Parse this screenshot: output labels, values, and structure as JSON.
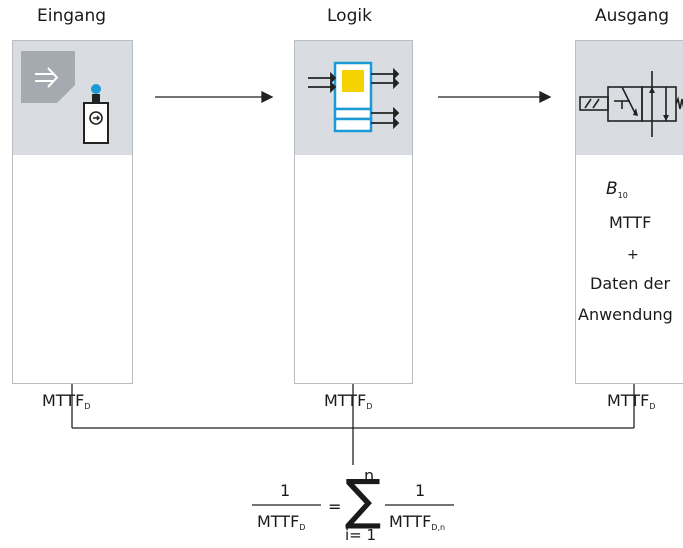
{
  "columns": {
    "input": {
      "title": "Eingang",
      "metric": "MTTF",
      "metric_sub": "D"
    },
    "logic": {
      "title": "Logik",
      "metric": "MTTF",
      "metric_sub": "D"
    },
    "output": {
      "title": "Ausgang",
      "metric": "MTTF",
      "metric_sub": "D",
      "requirements": {
        "b10": "B",
        "b10_sub": "10",
        "mttf": "MTTF",
        "plus": "+",
        "data_line1": "Daten der",
        "data_line2": "Anwendung"
      }
    }
  },
  "formula": {
    "numerator_left": "1",
    "denominator_left": "MTTF",
    "denominator_left_sub": "D",
    "equals": "=",
    "sum_upper": "n",
    "sum_symbol": "∑",
    "sum_lower": "i= 1",
    "numerator_right": "1",
    "denominator_right": "MTTF",
    "denominator_right_sub": "D,n"
  },
  "colors": {
    "accent_blue": "#1b9ad6",
    "logic_yellow": "#f5d300",
    "header_grey": "#d9dde1",
    "icon_grey": "#a4aab0"
  },
  "icons": [
    "arrow-in-icon",
    "pushbutton-sensor-icon",
    "logic-block-icon",
    "directional-valve-icon"
  ]
}
